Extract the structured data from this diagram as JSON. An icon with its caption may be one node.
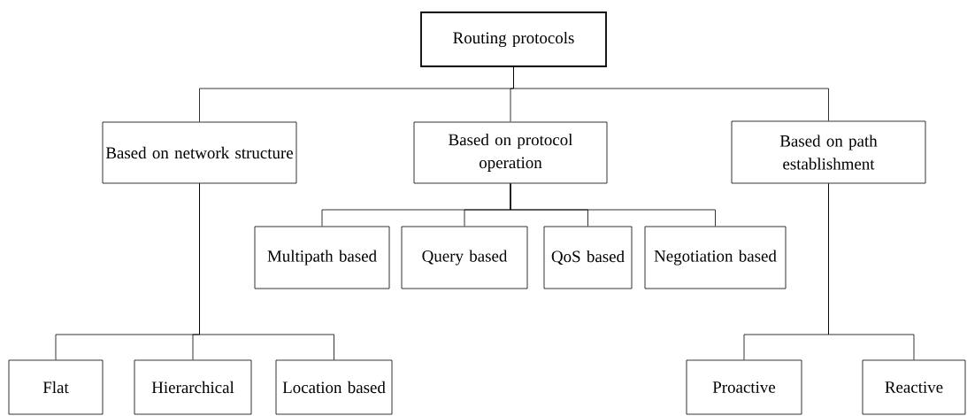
{
  "diagram": {
    "nodes": [
      {
        "text": [
          "Routing protocols"
        ]
      },
      {
        "text": [
          "Based on network structure"
        ]
      },
      {
        "text": [
          "Based on protocol operation"
        ]
      },
      {
        "text": [
          "Based on path establishment"
        ]
      },
      {
        "text": [
          "Multipath based"
        ]
      },
      {
        "text": [
          "Query based"
        ]
      },
      {
        "text": [
          "QoS based"
        ]
      },
      {
        "text": [
          "Negotiation based"
        ]
      },
      {
        "text": [
          "Flat"
        ]
      },
      {
        "text": [
          "Hierarchical"
        ]
      },
      {
        "text": [
          "Location based"
        ]
      },
      {
        "text": [
          "Proactive"
        ]
      },
      {
        "text": [
          "Reactive"
        ]
      }
    ],
    "edges": [
      {
        "from": 0,
        "to": 1,
        "arrow": "none"
      },
      {
        "from": 0,
        "to": 2,
        "arrow": "none"
      },
      {
        "from": 0,
        "to": 3,
        "arrow": "none"
      },
      {
        "from": 2,
        "to": 4,
        "arrow": "none"
      },
      {
        "from": 2,
        "to": 5,
        "arrow": "none"
      },
      {
        "from": 2,
        "to": 6,
        "arrow": "none"
      },
      {
        "from": 2,
        "to": 7,
        "arrow": "none"
      },
      {
        "from": 1,
        "to": 8,
        "arrow": "none"
      },
      {
        "from": 1,
        "to": 9,
        "arrow": "none"
      },
      {
        "from": 1,
        "to": 10,
        "arrow": "none"
      },
      {
        "from": 3,
        "to": 11,
        "arrow": "none"
      },
      {
        "from": 3,
        "to": 12,
        "arrow": "none"
      }
    ]
  }
}
